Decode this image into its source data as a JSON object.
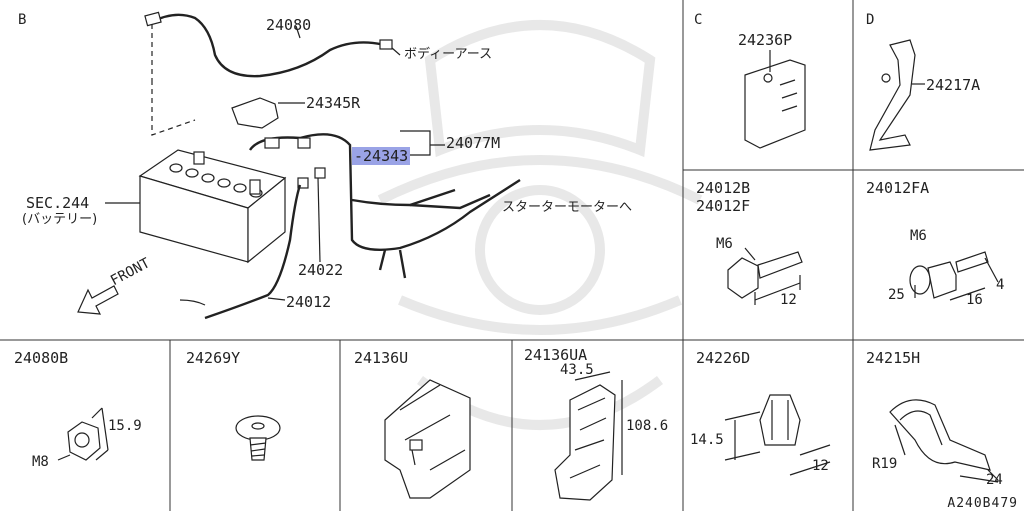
{
  "diagram_code": "A240B479",
  "sections": {
    "B": {
      "letter": "B",
      "labels": {
        "harness_24080": "24080",
        "body_earth": "ボディーアース",
        "cover_24345R": "24345R",
        "harness_24077M": "24077M",
        "part_24343": "24343",
        "starter_motor": "スターターモーターへ",
        "sec_244": "SEC.244",
        "battery": "(バッテリー)",
        "front": "FRONT",
        "part_24022": "24022",
        "harness_24012": "24012"
      }
    },
    "C": {
      "letter": "C",
      "part": "24236P"
    },
    "D": {
      "letter": "D",
      "part": "24217A"
    },
    "bolt_a": {
      "part_1": "24012B",
      "part_2": "24012F",
      "thread": "M6",
      "length": "12"
    },
    "bolt_b": {
      "part": "24012FA",
      "thread": "M6",
      "dim_25": "25",
      "dim_16": "16",
      "dim_4": "4"
    },
    "nut": {
      "part": "24080B",
      "thread": "M8",
      "dim": "15.9"
    },
    "clip": {
      "part": "24269Y"
    },
    "bracket": {
      "part": "24136U"
    },
    "bracket_ua": {
      "part": "24136UA",
      "width": "43.5",
      "height": "108.6"
    },
    "clip_d": {
      "part": "24226D",
      "height": "14.5",
      "width": "12"
    },
    "clamp": {
      "part": "24215H",
      "radius": "R19",
      "width": "24"
    }
  }
}
